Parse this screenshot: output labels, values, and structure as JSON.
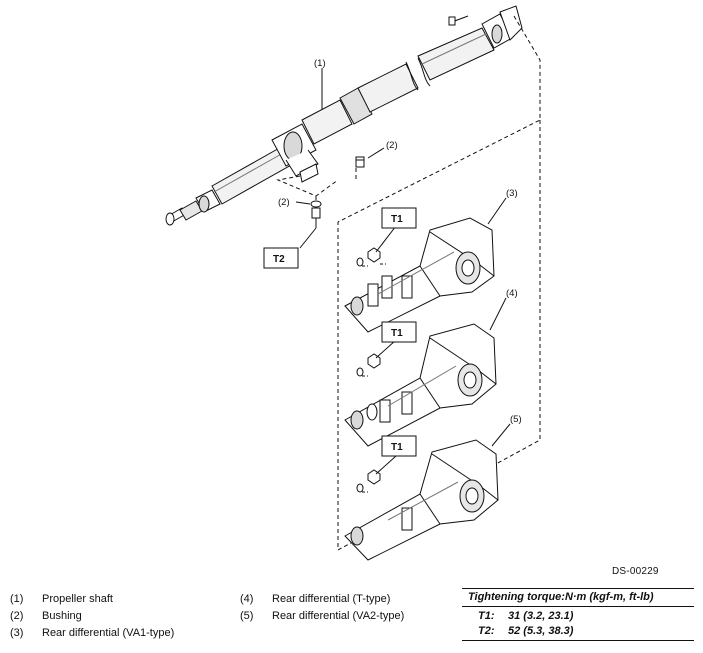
{
  "figure_code": "DS-00229",
  "callouts": {
    "c1": "(1)",
    "c2a": "(2)",
    "c2b": "(2)",
    "c3": "(3)",
    "c4": "(4)",
    "c5": "(5)"
  },
  "torque_boxes": {
    "t1_top": "T1",
    "t1_mid": "T1",
    "t1_bot": "T1",
    "t2": "T2"
  },
  "legend": {
    "items": [
      {
        "num": "(1)",
        "label": "Propeller shaft"
      },
      {
        "num": "(2)",
        "label": "Bushing"
      },
      {
        "num": "(3)",
        "label": "Rear differential (VA1-type)"
      },
      {
        "num": "(4)",
        "label": "Rear differential (T-type)"
      },
      {
        "num": "(5)",
        "label": "Rear differential (VA2-type)"
      }
    ]
  },
  "torque": {
    "title": "Tightening torque:N·m (kgf-m, ft-lb)",
    "rows": [
      {
        "key": "T1:",
        "value": "31 (3.2, 23.1)"
      },
      {
        "key": "T2:",
        "value": "52 (5.3, 38.3)"
      }
    ]
  },
  "colors": {
    "line": "#111111",
    "fill": "#ffffff",
    "shade": "#d9d9d9"
  }
}
